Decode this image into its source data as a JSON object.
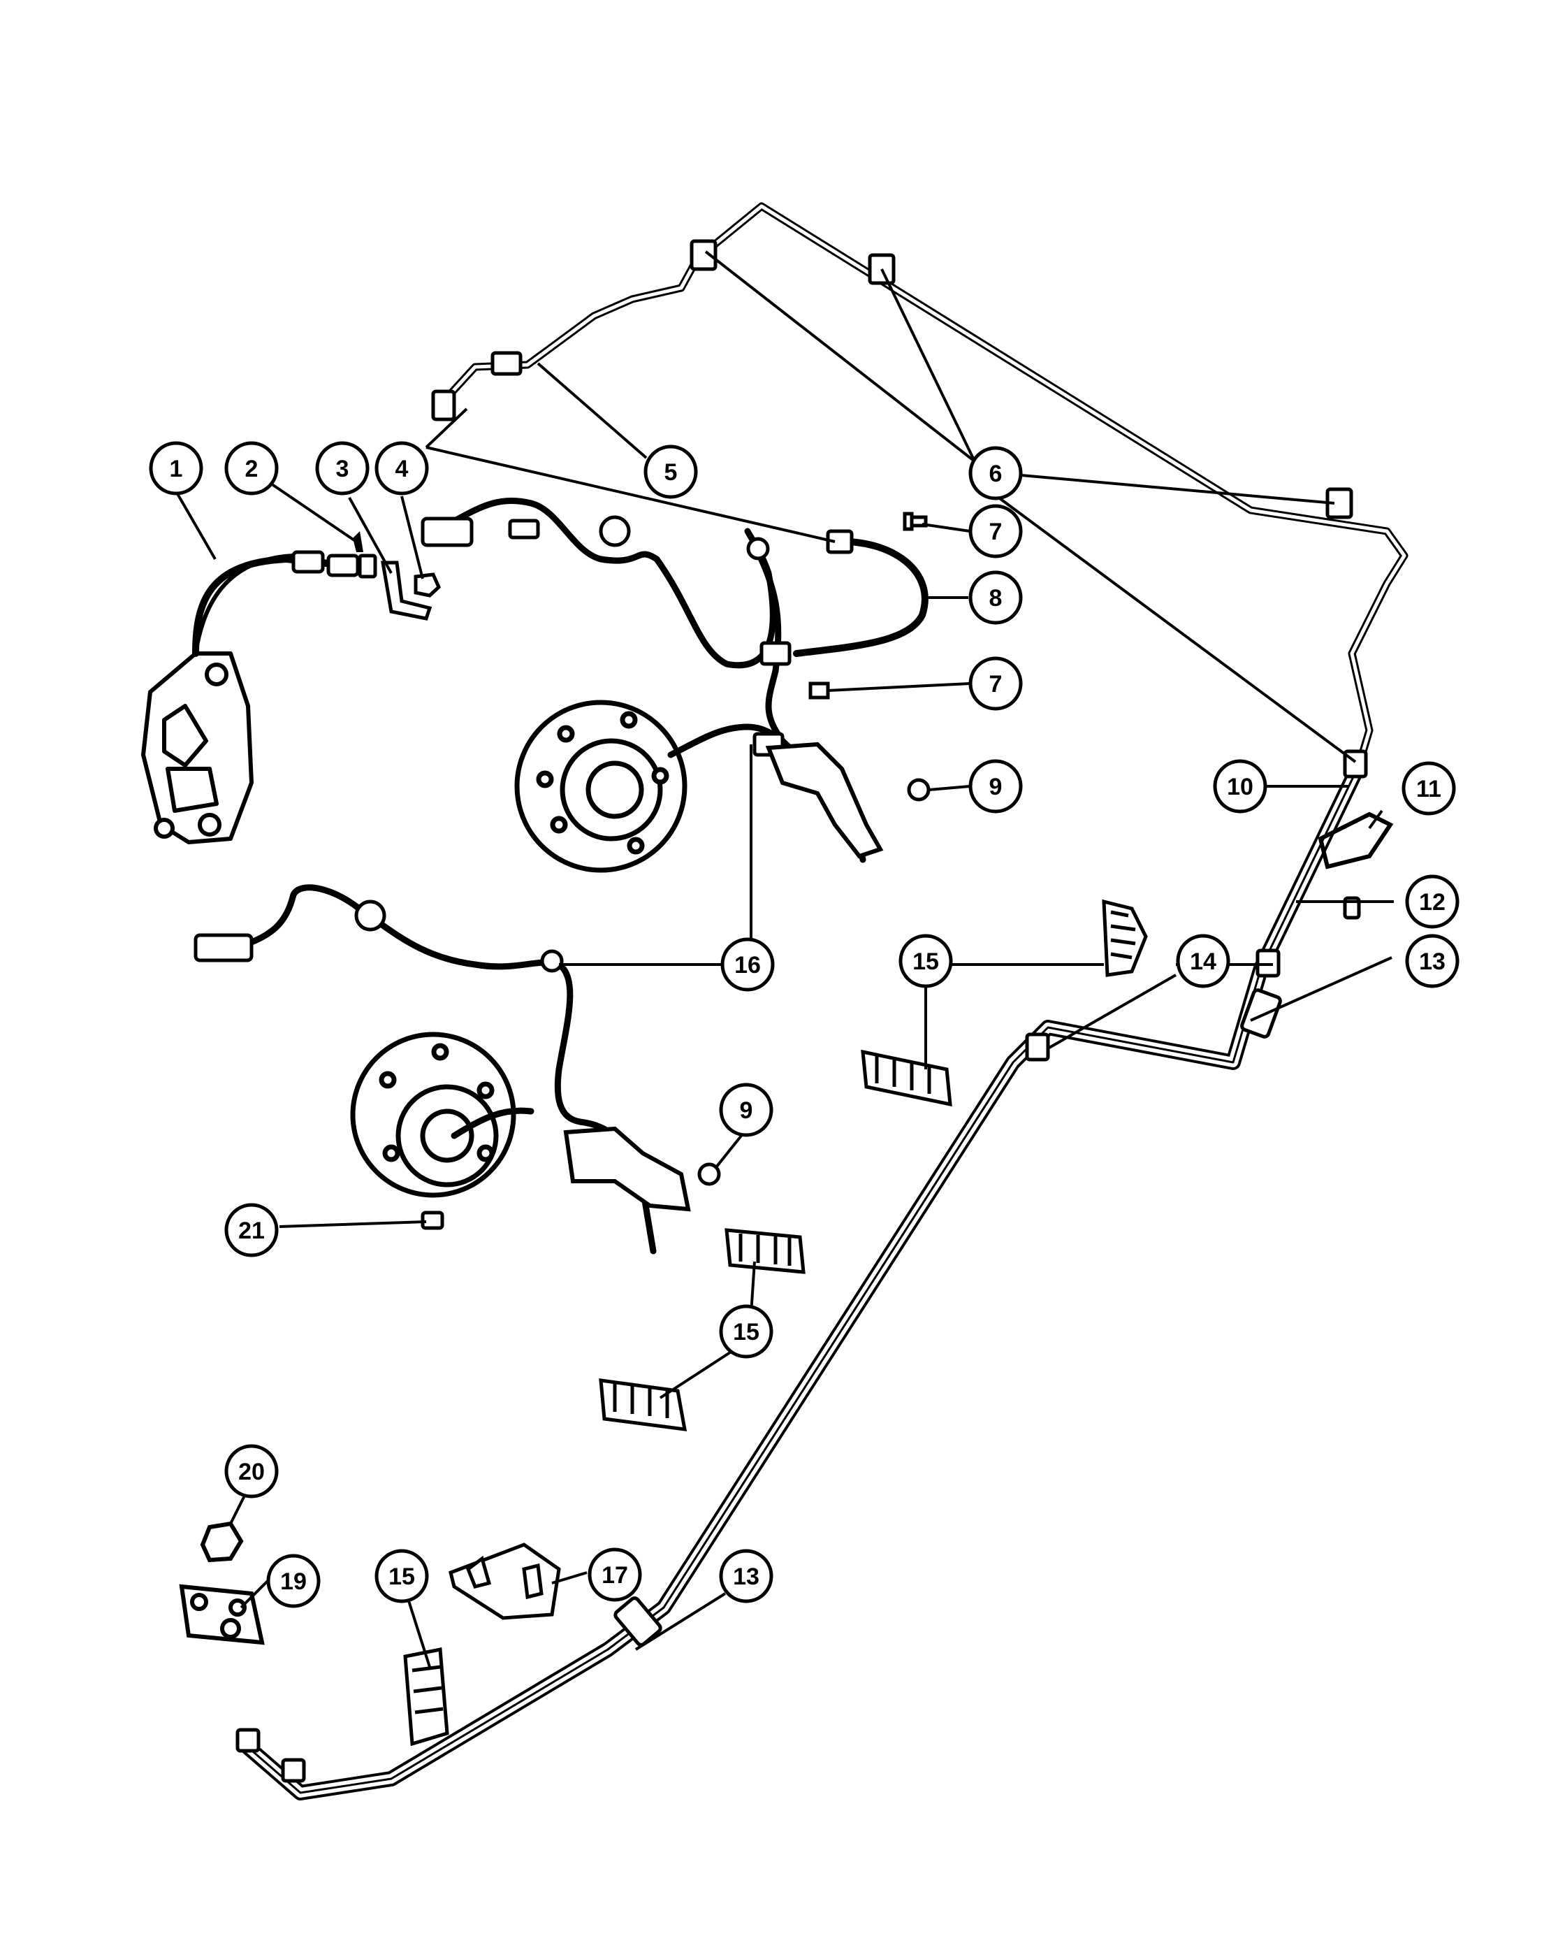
{
  "diagram": {
    "callouts": [
      {
        "id": "c1",
        "label": "1"
      },
      {
        "id": "c2",
        "label": "2"
      },
      {
        "id": "c3",
        "label": "3"
      },
      {
        "id": "c4",
        "label": "4"
      },
      {
        "id": "c5",
        "label": "5"
      },
      {
        "id": "c6",
        "label": "6"
      },
      {
        "id": "c7a",
        "label": "7"
      },
      {
        "id": "c8",
        "label": "8"
      },
      {
        "id": "c7b",
        "label": "7"
      },
      {
        "id": "c9a",
        "label": "9"
      },
      {
        "id": "c10",
        "label": "10"
      },
      {
        "id": "c11",
        "label": "11"
      },
      {
        "id": "c12",
        "label": "12"
      },
      {
        "id": "c13a",
        "label": "13"
      },
      {
        "id": "c14",
        "label": "14"
      },
      {
        "id": "c15a",
        "label": "15"
      },
      {
        "id": "c16",
        "label": "16"
      },
      {
        "id": "c9b",
        "label": "9"
      },
      {
        "id": "c21",
        "label": "21"
      },
      {
        "id": "c15b",
        "label": "15"
      },
      {
        "id": "c20",
        "label": "20"
      },
      {
        "id": "c19",
        "label": "19"
      },
      {
        "id": "c15c",
        "label": "15"
      },
      {
        "id": "c17",
        "label": "17"
      },
      {
        "id": "c13b",
        "label": "13"
      }
    ]
  }
}
